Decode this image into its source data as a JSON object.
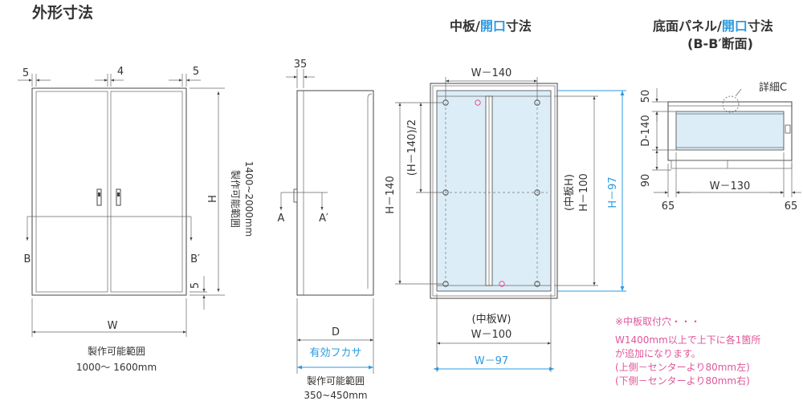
{
  "titles": {
    "main": "外形寸法",
    "middle_pre": "中板/",
    "middle_blue": "開口",
    "middle_post": "寸法",
    "right_pre": "底面パネル/",
    "right_blue": "開口",
    "right_post": "寸法",
    "right_sub": "(B-B′断面)"
  },
  "front": {
    "dim_left": "5",
    "dim_center": "4",
    "dim_right": "5",
    "dim_bottom": "5",
    "H": "H",
    "W": "W",
    "B": "B",
    "B_prime": "B′",
    "range_label_v": "製作可能範囲",
    "range_value_v": "1400~2000mm",
    "range_label": "製作可能範囲",
    "range_value": "1000～ 1600mm"
  },
  "side": {
    "dim_top": "35",
    "A": "A",
    "A_prime": "A′",
    "D": "D",
    "effective": "有効フカサ",
    "range_label": "製作可能範囲",
    "range_value": "350~450mm"
  },
  "plate": {
    "top": "W－140",
    "left_outer": "H－140",
    "left_inner": "(H－140)/2",
    "right_inner_1": "(中板H)",
    "right_inner_2": "H－100",
    "right_blue": "H－97",
    "bottom_1": "(中板W)",
    "bottom_2": "W－100",
    "bottom_blue": "W－97"
  },
  "bottom_panel": {
    "detail": "詳細C",
    "v50": "50",
    "vD": "D-140",
    "v90": "90",
    "w130": "W－130",
    "l65": "65",
    "r65": "65"
  },
  "notes": {
    "head": "※中板取付穴・・・",
    "l1": "W1400mm以上で上下に各1箇所",
    "l2": "が追加になります。",
    "l3": "(上側－センターより80mm左)",
    "l4": "(下側－センターより80mm右)"
  },
  "colors": {
    "accent": "#2b9ae0",
    "note": "#e0569a",
    "panel": "#dcedf7"
  }
}
